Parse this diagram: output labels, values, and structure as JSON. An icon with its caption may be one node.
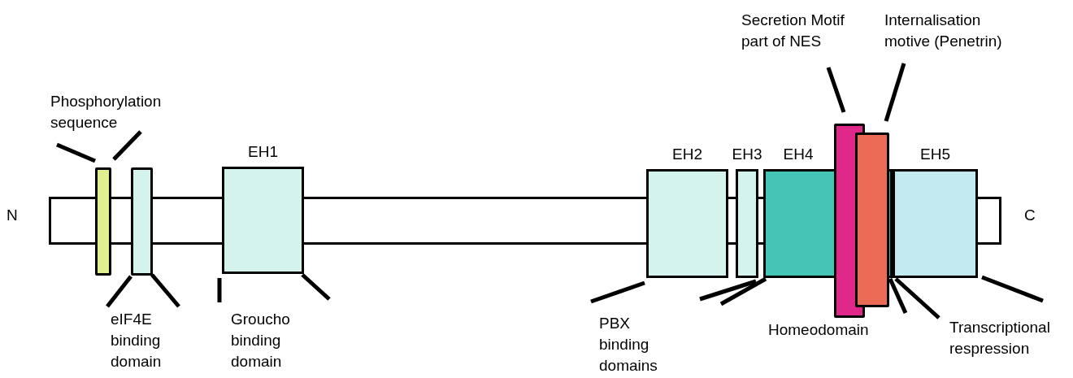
{
  "diagram": {
    "nodes": [
      {
        "text": [],
        "shape": "bar"
      },
      {
        "text": [],
        "shape": "box"
      },
      {
        "text": [],
        "shape": "box"
      },
      {
        "text": [
          "EH1"
        ]
      },
      {
        "text": [
          "EH2"
        ]
      },
      {
        "text": [
          "EH3"
        ]
      },
      {
        "text": [
          "EH4"
        ]
      },
      {
        "text": [],
        "shape": "box"
      },
      {
        "text": [],
        "shape": "box"
      },
      {
        "text": [
          "EH5"
        ]
      }
    ],
    "labels": [
      "Secretion Motif part of NES",
      "Internalisation motive (Penetrin)",
      "Phosphorylation sequence",
      "N",
      "C",
      "eIF4E binding domain",
      "Groucho binding domain",
      "PBX binding domains",
      "Homeodomain",
      "Transcriptional respression"
    ]
  }
}
